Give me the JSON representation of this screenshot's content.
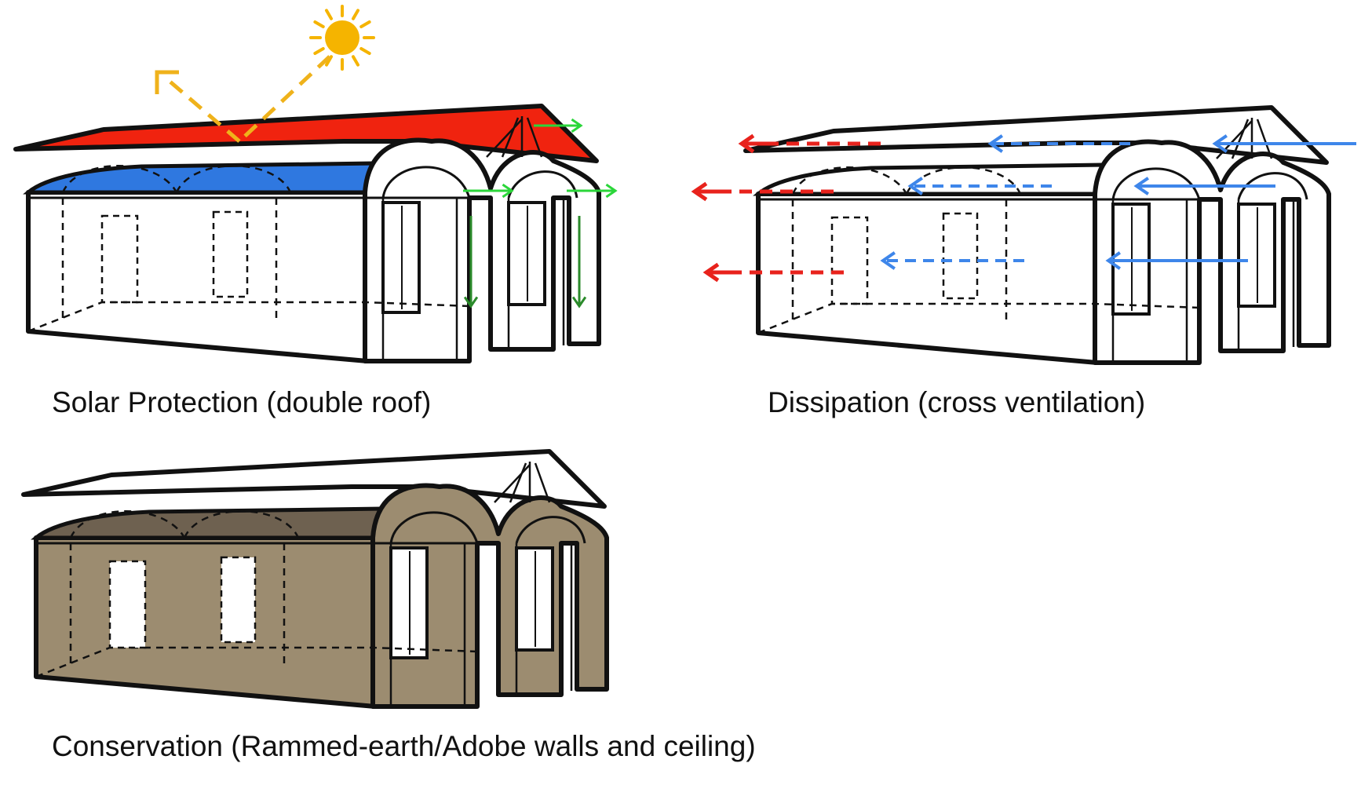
{
  "panels": [
    {
      "id": "solar",
      "caption": "Solar Protection (double roof)",
      "roof_color": "#F0230F",
      "vault_color": "#2F78E0"
    },
    {
      "id": "dissipation",
      "caption": "Dissipation (cross ventilation)",
      "hot_air_color": "#E8221C",
      "cool_air_color": "#3E86EA"
    },
    {
      "id": "conservation",
      "caption": "Conservation (Rammed-earth/Adobe walls and ceiling)",
      "wall_color": "#9C8C70",
      "vault_color": "#6E6150"
    }
  ],
  "colors": {
    "sun": "#F5B400",
    "reflection_ray": "#EFB21B",
    "exhaust_arrow": "#2BD63A",
    "downdraft_arrow": "#2A8A2A",
    "outline": "#111111"
  },
  "icons": [
    "sun-icon",
    "arrow-icon"
  ]
}
